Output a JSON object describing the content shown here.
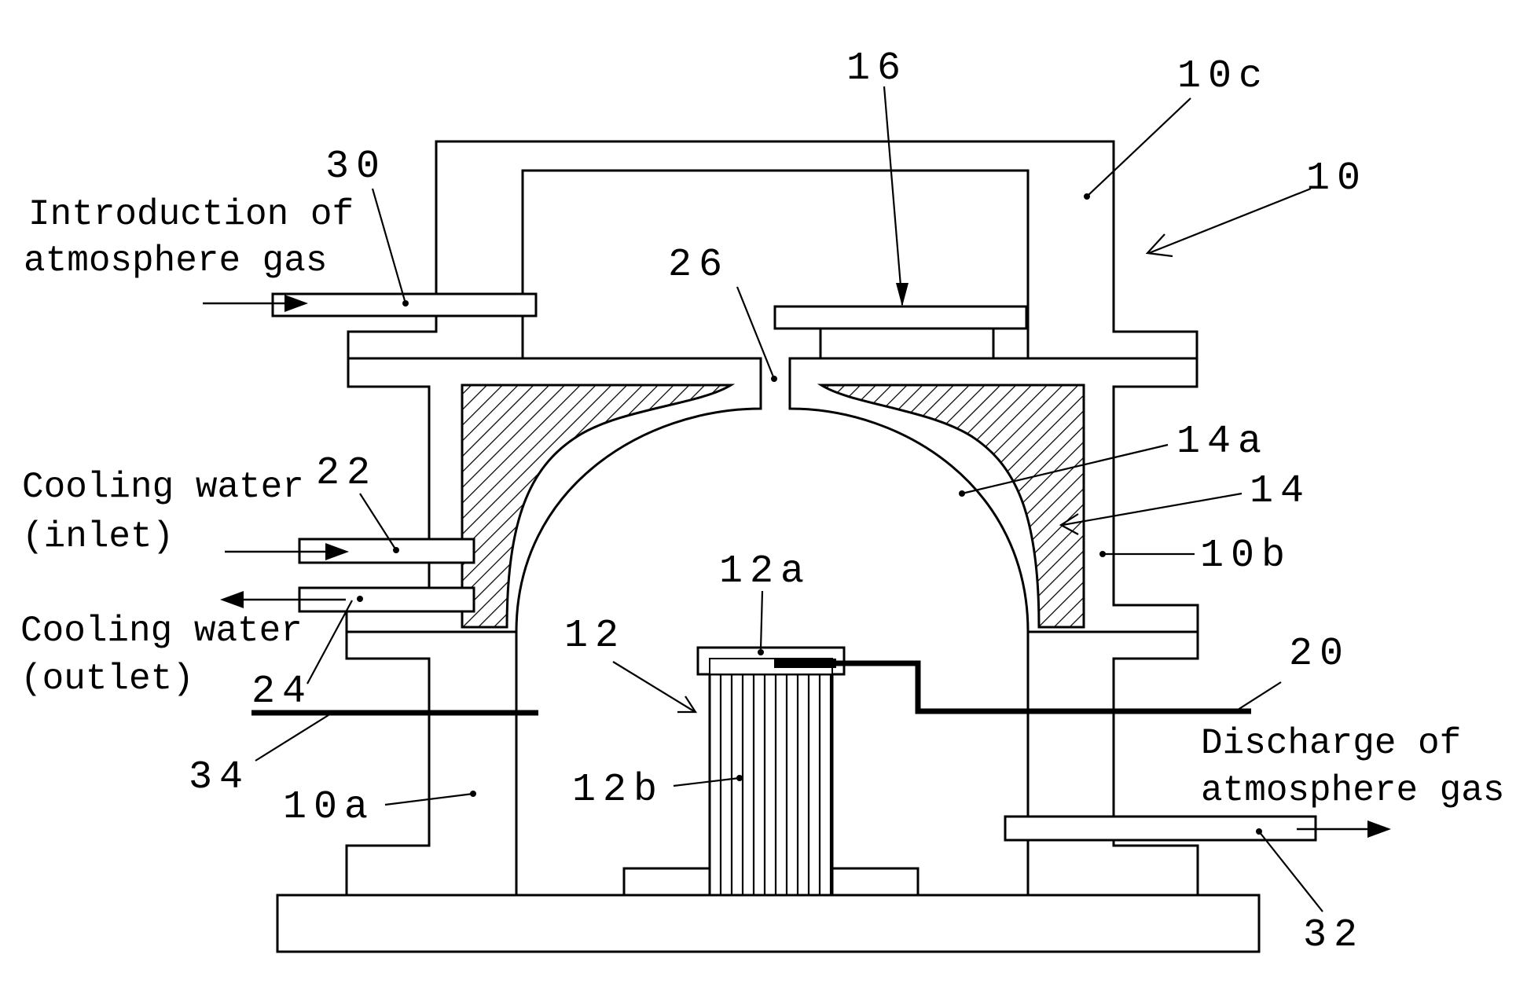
{
  "refs": {
    "apparatus": "10",
    "lower_chamber": "10a",
    "middle_chamber": "10b",
    "upper_chamber": "10c",
    "crucible": "12",
    "crucible_lid": "12a",
    "crucible_body": "12b",
    "insulator": "14",
    "insulator_inner_wall": "14a",
    "plate": "16",
    "thermocouple_right": "20",
    "cooling_inlet_pipe": "22",
    "cooling_outlet_pipe": "24",
    "opening": "26",
    "gas_inlet_pipe": "30",
    "gas_outlet_pipe": "32",
    "thermocouple_left": "34"
  },
  "labels": {
    "gas_intro_line1": "Introduction of",
    "gas_intro_line2": "atmosphere gas",
    "cooling_in_line1": "Cooling water",
    "cooling_in_line2": "(inlet)",
    "cooling_out_line1": "Cooling water",
    "cooling_out_line2": "(outlet)",
    "gas_discharge_line1": "Discharge of",
    "gas_discharge_line2": "atmosphere gas"
  }
}
